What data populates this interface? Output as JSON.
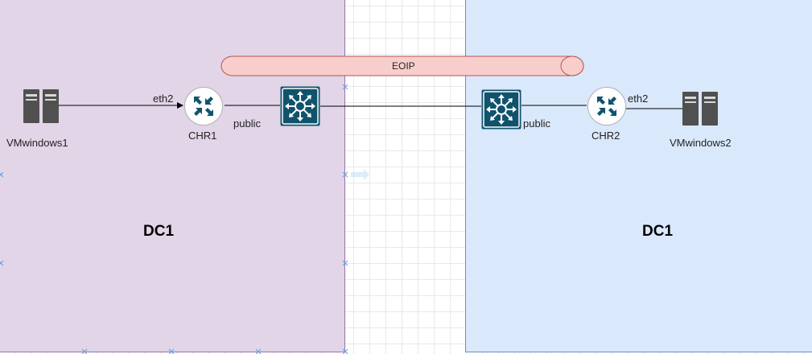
{
  "zones": [
    {
      "id": "left",
      "label": "DC1",
      "fill": "#e1d5e7",
      "stroke": "#9673a6"
    },
    {
      "id": "right",
      "label": "DC1",
      "fill": "#dae8fc",
      "stroke": "#6c8ebf"
    }
  ],
  "tunnel": {
    "label": "EOIP",
    "fill": "#f8cecc",
    "stroke": "#b85450"
  },
  "nodes": {
    "vm1": {
      "label": "VMwindows1",
      "icon": "server-icon"
    },
    "chr1": {
      "label": "CHR1",
      "icon": "router-icon"
    },
    "switch1": {
      "label": "",
      "icon": "switch-icon"
    },
    "switch2": {
      "label": "",
      "icon": "switch-icon"
    },
    "chr2": {
      "label": "CHR2",
      "icon": "router-icon"
    },
    "vm2": {
      "label": "VMwindows2",
      "icon": "server-icon"
    }
  },
  "edge_labels": {
    "vm1_chr1": "eth2",
    "chr1_public": "public",
    "chr2_public": "public",
    "vm2_chr2": "eth2"
  },
  "colors": {
    "icon_teal": "#10536d",
    "server_gray": "#505050",
    "grid": "#e8e8e8"
  }
}
